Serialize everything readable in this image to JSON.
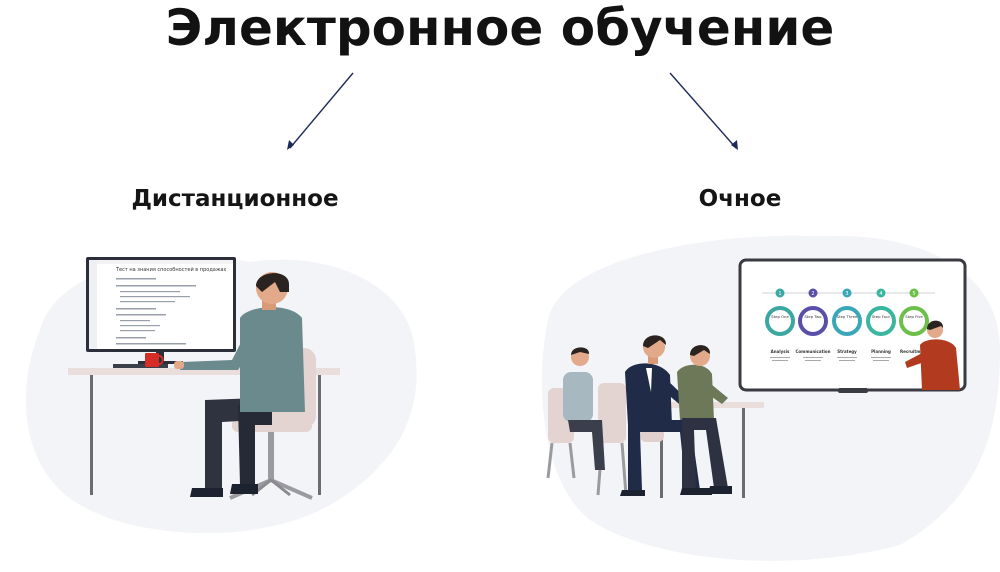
{
  "heading": "Электронное обучение",
  "branches": {
    "left_label": "Дистанционное",
    "right_label": "Очное"
  },
  "remote_screen": {
    "title": "Тест на знания способностей в продажах"
  },
  "whiteboard": {
    "steps": [
      {
        "num": "1",
        "label": "Step One",
        "title": "Analysis",
        "color": "#3aa7a0"
      },
      {
        "num": "2",
        "label": "Step Two",
        "title": "Communication",
        "color": "#5a4fa8"
      },
      {
        "num": "3",
        "label": "Step Three",
        "title": "Strategy",
        "color": "#3aa7b8"
      },
      {
        "num": "4",
        "label": "Step Four",
        "title": "Planning",
        "color": "#3ab6a0"
      },
      {
        "num": "5",
        "label": "Step Five",
        "title": "Recruitment",
        "color": "#6cc04a"
      }
    ]
  },
  "colors": {
    "arrow": "#1e2a5a",
    "blob": "#f3f4f7",
    "desk": "#e9dedb"
  }
}
